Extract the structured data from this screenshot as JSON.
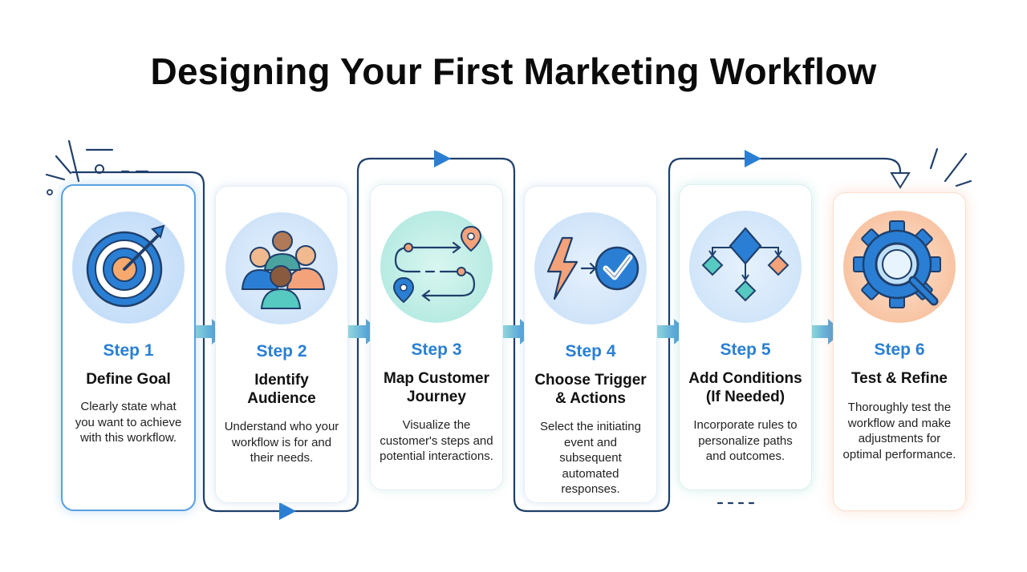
{
  "title": "Designing Your First Marketing Workflow",
  "steps": [
    {
      "label": "Step 1",
      "title": "Define Goal",
      "description": "Clearly state what you want to achieve with this workflow.",
      "icon": "target-with-arrow-icon"
    },
    {
      "label": "Step 2",
      "title": "Identify Audience",
      "description": "Understand who your workflow is for and their needs.",
      "icon": "audience-group-icon"
    },
    {
      "label": "Step 3",
      "title": "Map Customer Journey",
      "description": "Visualize the customer's steps and potential interactions.",
      "icon": "journey-map-icon"
    },
    {
      "label": "Step 4",
      "title": "Choose Trigger & Actions",
      "description": "Select the initiating event and subsequent automated responses.",
      "icon": "lightning-to-check-icon"
    },
    {
      "label": "Step 5",
      "title": "Add Conditions (If Needed)",
      "description": "Incorporate rules to personalize paths and outcomes.",
      "icon": "decision-flow-icon"
    },
    {
      "label": "Step 6",
      "title": "Test & Refine",
      "description": "Thoroughly test the workflow and make adjustments for optimal performance.",
      "icon": "gear-magnifier-icon"
    }
  ],
  "colors": {
    "accent_blue": "#2a7fd4",
    "connector_navy": "#1f3f6b",
    "teal": "#56c9c0",
    "orange": "#f2a977"
  }
}
